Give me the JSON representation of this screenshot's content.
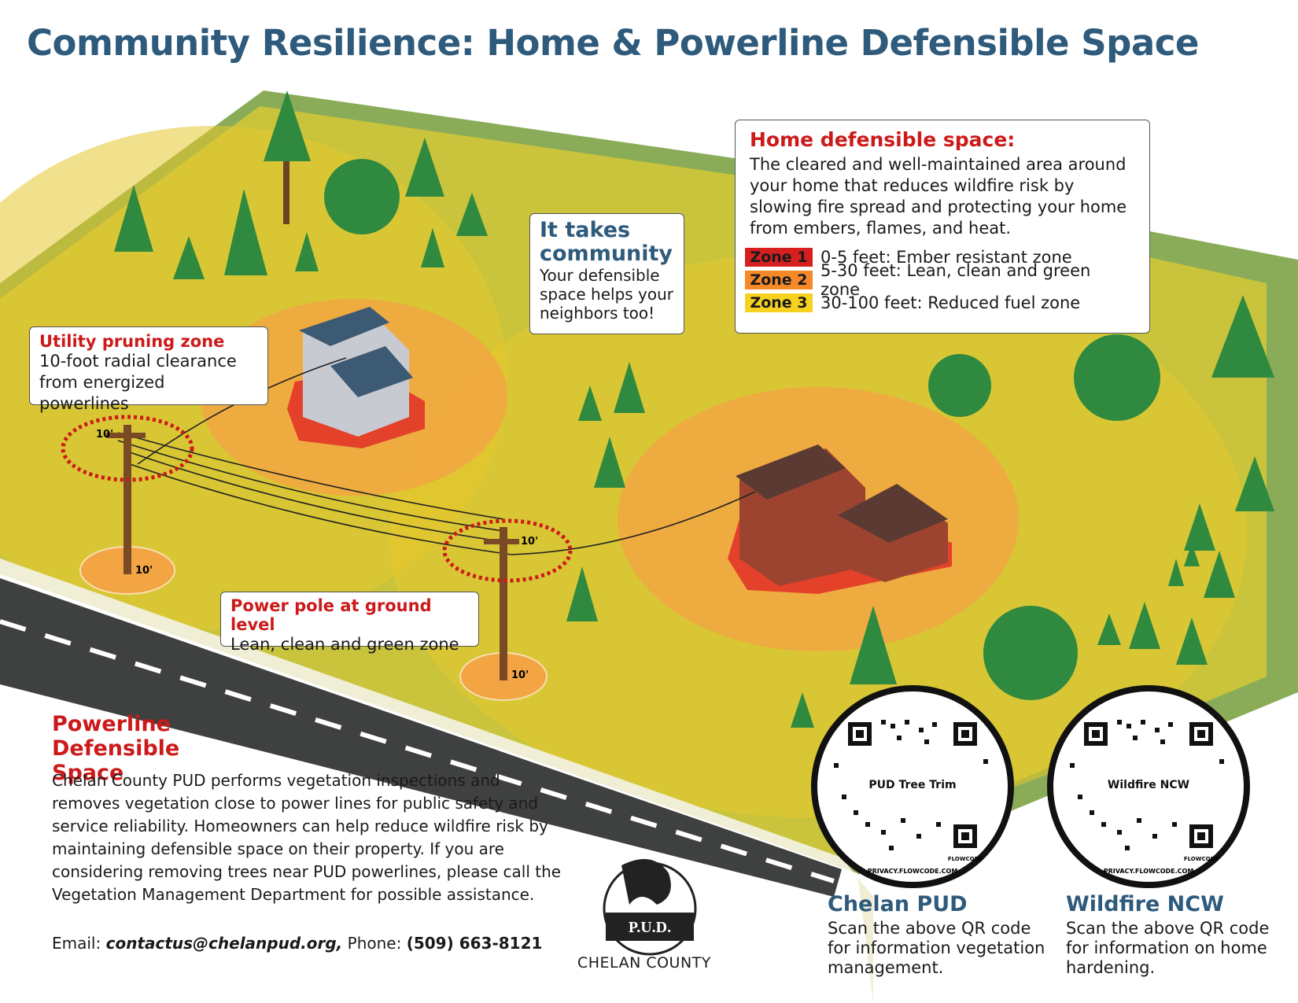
{
  "title": "Community Resilience: Home & Powerline Defensible Space",
  "home_defensible": {
    "heading": "Home defensible space:",
    "body": "The cleared and well-maintained area around your home that reduces wildfire risk by slowing fire spread and protecting your home from embers, flames, and heat.",
    "zones": [
      {
        "tag": "Zone 1",
        "text": "0-5 feet: Ember resistant zone",
        "color": "#d6201f"
      },
      {
        "tag": "Zone 2",
        "text": "5-30 feet:  Lean, clean and green zone",
        "color": "#f5892a"
      },
      {
        "tag": "Zone 3",
        "text": "30-100 feet:  Reduced fuel zone",
        "color": "#f6d21f"
      }
    ]
  },
  "community": {
    "title": "It takes community",
    "body": "Your defensible space helps your neighbors too!"
  },
  "utility_pruning": {
    "heading": "Utility pruning zone",
    "body": "10-foot radial clearance from energized powerlines"
  },
  "power_pole": {
    "heading": "Power pole at ground level",
    "body": "Lean, clean and green zone"
  },
  "clearance_label": "10'",
  "powerline": {
    "heading": "Powerline Defensible Space",
    "body": "Chelan County PUD performs vegetation inspections and removes vegetation close to power lines for public safety and service reliability. Homeowners can help reduce wildfire risk by maintaining defensible space on their property. If you are considering removing trees near PUD powerlines, please call the Vegetation Management Department for possible assistance.",
    "email_label": "Email:",
    "email": "contactus@chelanpud.org,",
    "phone_label": "Phone:",
    "phone": "(509) 663-8121"
  },
  "logo": {
    "text": "P.U.D.",
    "county": "CHELAN COUNTY"
  },
  "qr_codes": [
    {
      "label": "PUD Tree Trim",
      "brand": "FLOWCODE",
      "privacy": "PRIVACY.FLOWCODE.COM",
      "title": "Chelan PUD",
      "desc": "Scan the above QR code for information vegetation management."
    },
    {
      "label": "Wildfire NCW",
      "brand": "FLOWCODE",
      "privacy": "PRIVACY.FLOWCODE.COM",
      "title": "Wildfire NCW",
      "desc": "Scan the above QR code for information on home hardening."
    }
  ],
  "colors": {
    "title_blue": "#2e5a7c",
    "heading_red": "#cc1a1a",
    "zone1": "#d6201f",
    "zone2": "#f5892a",
    "zone3": "#f6d21f"
  }
}
